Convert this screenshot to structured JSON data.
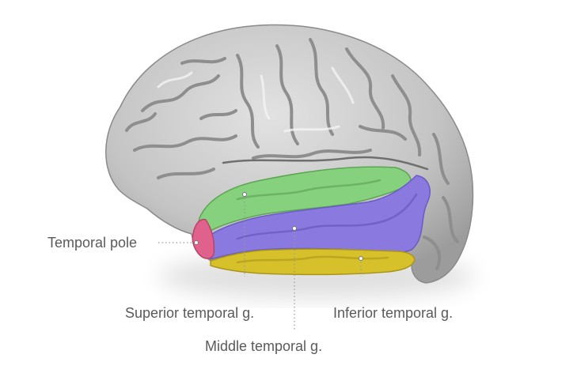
{
  "labels": {
    "temporal_pole": "Temporal pole",
    "superior_temporal": "Superior temporal g.",
    "middle_temporal": "Middle temporal g.",
    "inferior_temporal": "Inferior temporal g."
  },
  "colors": {
    "background": "#ffffff",
    "brain": "#c9c9c9",
    "temporal_pole": "#e0628c",
    "superior_temporal": "#86d17e",
    "middle_temporal": "#8a7ae0",
    "inferior_temporal": "#d7c12b",
    "label_text": "#5a5a5a"
  }
}
